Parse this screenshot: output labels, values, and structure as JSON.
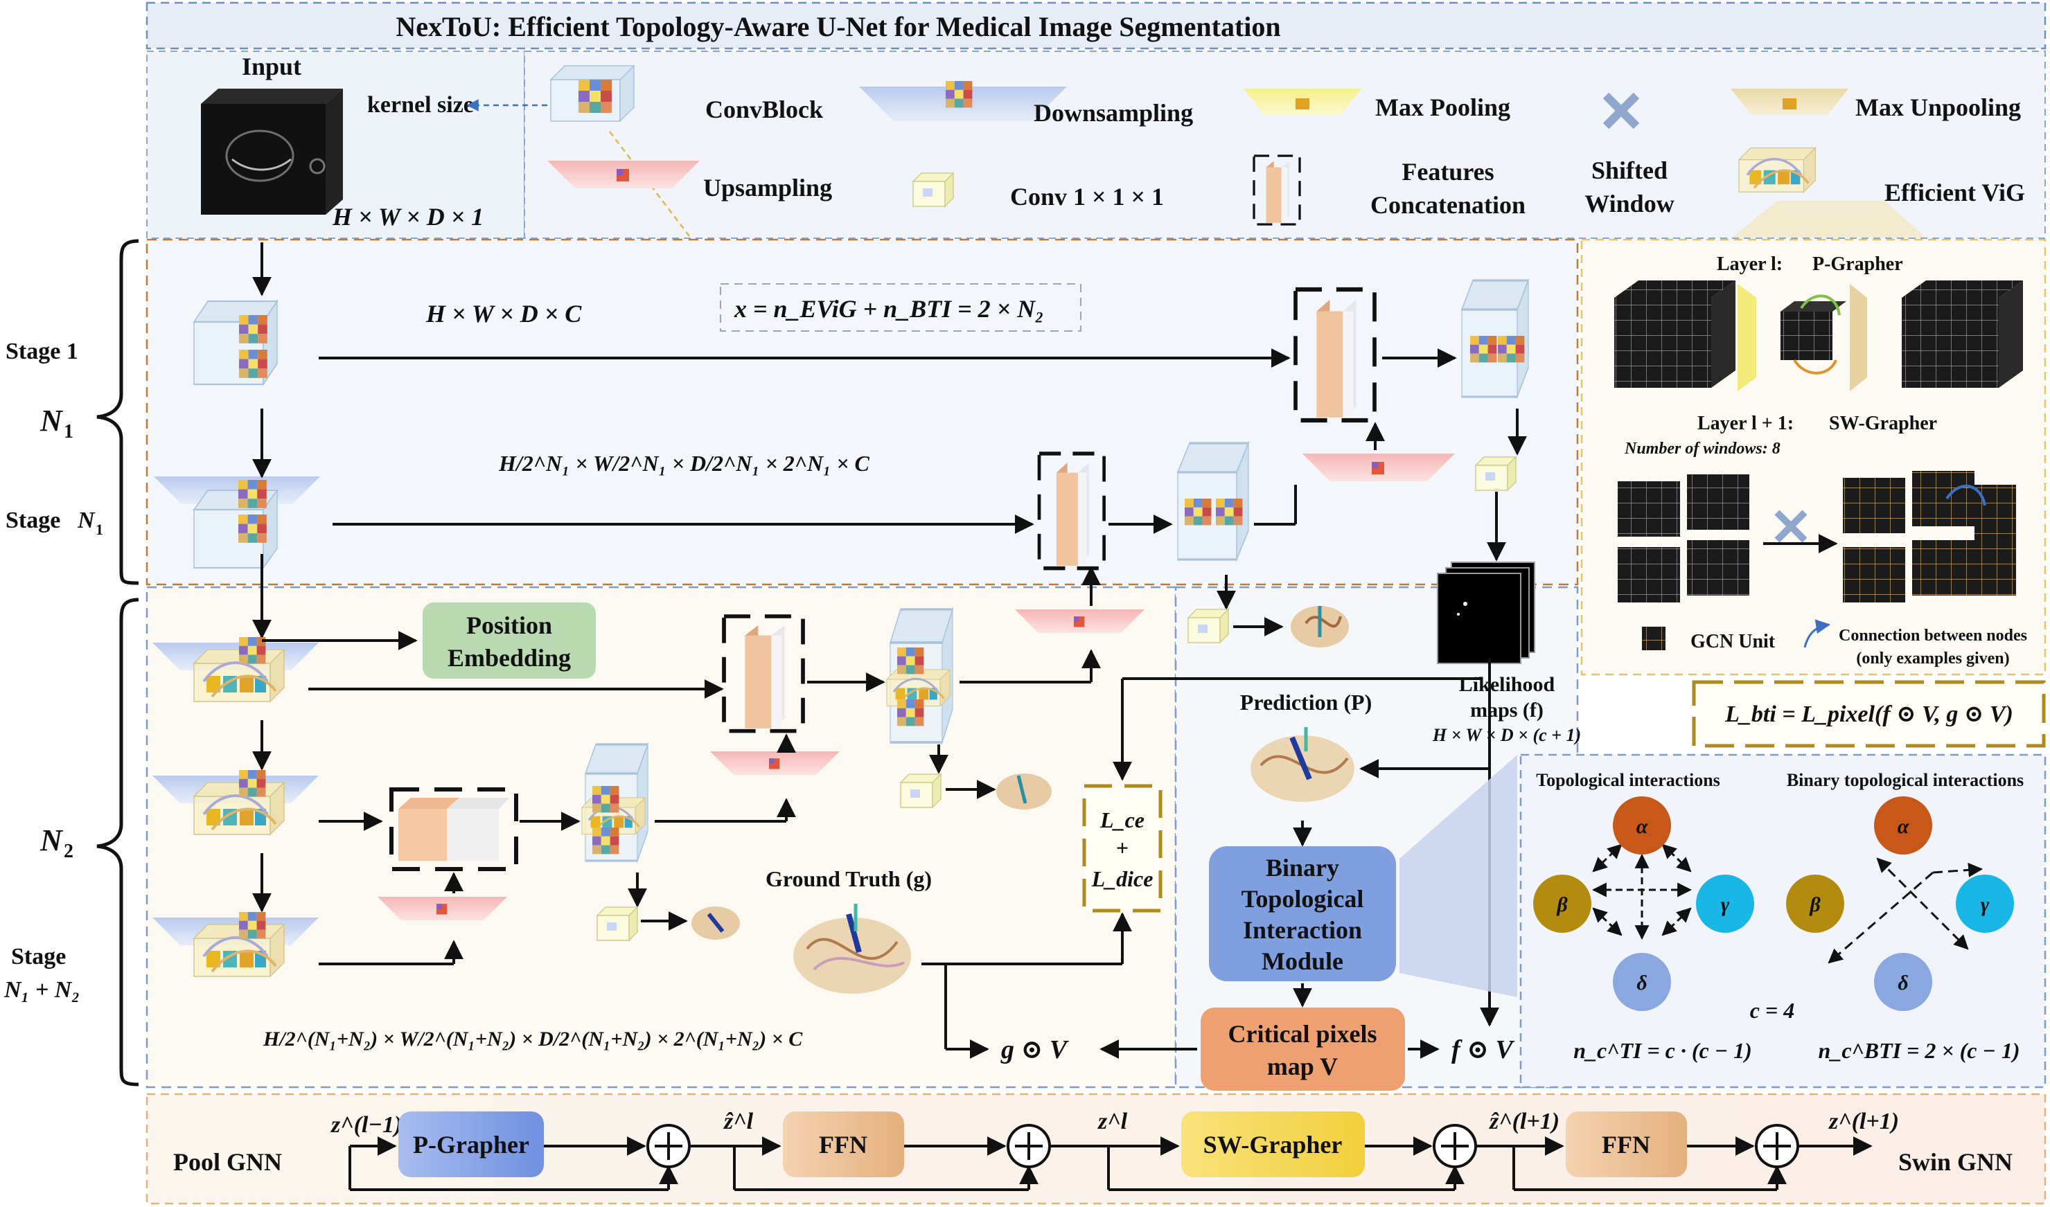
{
  "title": "NexToU: Efficient Topology-Aware U-Net for Medical Image Segmentation",
  "input": {
    "label": "Input",
    "dims": "H × W × D × 1",
    "kernel_size": "kernel size"
  },
  "legend": {
    "convblock": "ConvBlock",
    "downsampling": "Downsampling",
    "max_pooling": "Max Pooling",
    "max_unpooling": "Max Unpooling",
    "upsampling": "Upsampling",
    "conv111": "Conv 1 × 1 × 1",
    "features_concat_1": "Features",
    "features_concat_2": "Concatenation",
    "shifted_window_1": "Shifted",
    "shifted_window_2": "Window",
    "efficient_vig": "Efficient ViG"
  },
  "encoder": {
    "stage1": "Stage 1",
    "stageN1_prefix": "Stage",
    "stageN1_var": "N",
    "n1_label": "N",
    "n2_label": "N",
    "stage_final_1": "Stage",
    "stage_final_2": "N₁ + N₂",
    "dims_stage1": "H × W × D × C",
    "equation": "x = n_EViG + n_BTI = 2 × N₂",
    "dims_stageN1": "H/2^N₁ × W/2^N₁ × D/2^N₁ × 2^N₁ × C",
    "dims_final": "H/2^(N₁+N₂) × W/2^(N₁+N₂) × D/2^(N₁+N₂) × 2^(N₁+N₂) × C",
    "position_embedding_1": "Position",
    "position_embedding_2": "Embedding"
  },
  "vig_panel": {
    "layer_l": "Layer l:",
    "p_grapher": "P-Grapher",
    "layer_l1": "Layer l + 1:",
    "sw_grapher": "SW-Grapher",
    "num_windows": "Number of windows: 8",
    "gcn_unit": "GCN Unit",
    "connection_1": "Connection between nodes",
    "connection_2": "(only examples given)"
  },
  "loss": {
    "bti": "L_bti = L_pixel(f ⊙ V, g ⊙ V)",
    "ce": "L_ce",
    "plus": "+",
    "dice": "L_dice"
  },
  "outputs": {
    "likelihood_1": "Likelihood",
    "likelihood_2": "maps (f)",
    "likelihood_dims": "H × W × D × (c + 1)",
    "prediction": "Prediction (P)",
    "ground_truth": "Ground Truth (g)",
    "bti_module": [
      "Binary",
      "Topological",
      "Interaction",
      "Module"
    ],
    "critical_1": "Critical pixels",
    "critical_2": "map V",
    "g_dot_v": "g ⊙ V",
    "f_dot_v": "f ⊙ V"
  },
  "topology": {
    "ti_title": "Topological interactions",
    "bti_title": "Binary topological interactions",
    "alpha": "α",
    "beta": "β",
    "gamma": "γ",
    "delta": "δ",
    "c_eq": "c = 4",
    "n_ti": "n_c^TI = c · (c − 1)",
    "n_bti": "n_c^BTI = 2 × (c − 1)"
  },
  "bottom": {
    "pool_gnn": "Pool GNN",
    "swin_gnn": "Swin GNN",
    "z_lm1": "z^(l−1)",
    "p_grapher": "P-Grapher",
    "zhat_l": "ẑ^l",
    "ffn1": "FFN",
    "z_l": "z^l",
    "sw_grapher": "SW-Grapher",
    "zhat_l1": "ẑ^(l+1)",
    "ffn2": "FFN",
    "z_l1": "z^(l+1)"
  },
  "colors": {
    "node_alpha": "#c8581a",
    "node_beta": "#b38b0f",
    "node_gamma": "#19b7e6",
    "node_delta": "#8aa7df",
    "bti_module": "#7f9fde",
    "critical_map": "#eea070",
    "encoder_bg": "#f3f6fb",
    "deep_bg": "#fbf9f2"
  }
}
